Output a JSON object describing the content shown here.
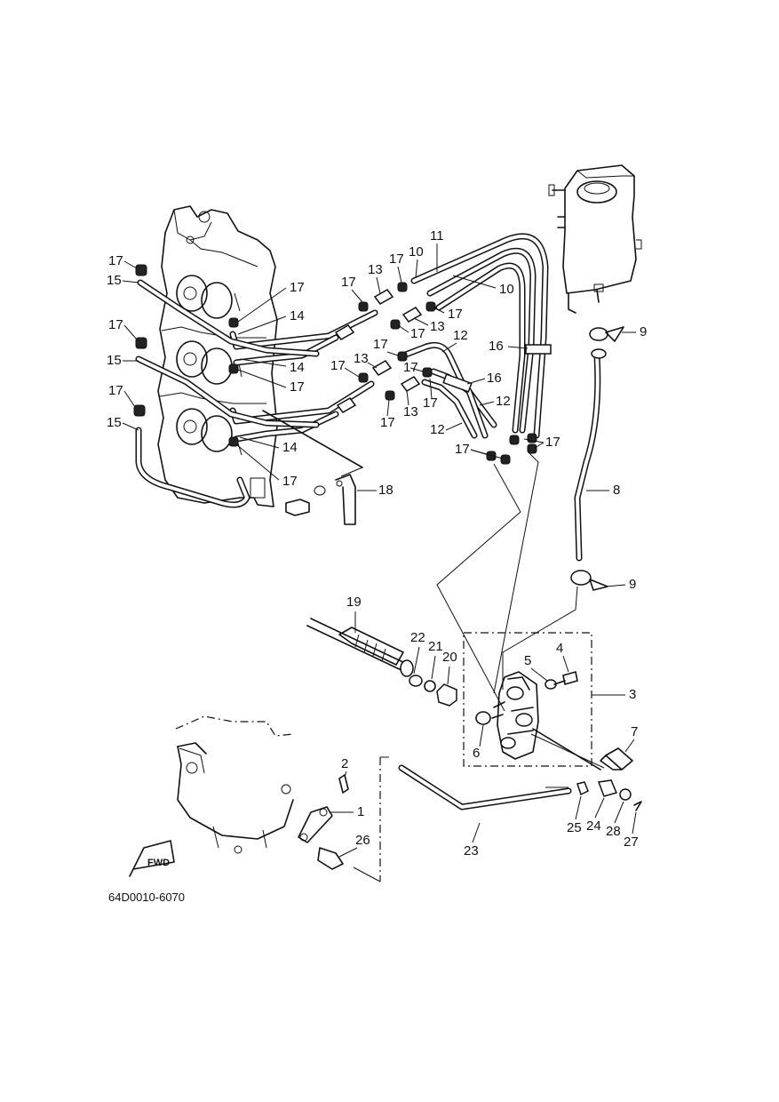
{
  "figure_id": "64D0010-6070",
  "fwd_label": "FWD",
  "callouts": [
    "1",
    "2",
    "3",
    "4",
    "5",
    "6",
    "7",
    "8",
    "9",
    "10",
    "11",
    "12",
    "13",
    "14",
    "15",
    "16",
    "17",
    "18",
    "19",
    "20",
    "21",
    "22",
    "23",
    "24",
    "25",
    "26",
    "27",
    "28"
  ]
}
